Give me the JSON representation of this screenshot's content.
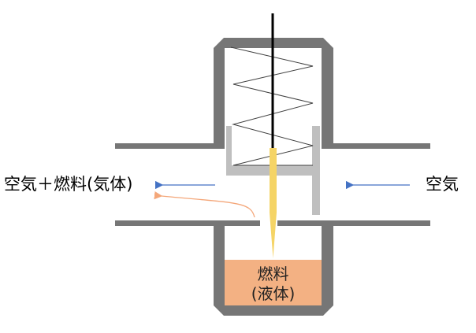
{
  "labels": {
    "outlet": "空気＋燃料(気体)",
    "inlet": "空気",
    "fuel_line1": "燃料",
    "fuel_line2": "(液体)"
  },
  "colors": {
    "wall": "#767676",
    "piston": "#bfbfbf",
    "needle": "#f5d466",
    "fuel": "#f3b183",
    "air_arrow": "#4472c4",
    "fuel_arrow": "#f4a77a",
    "rod": "#000000",
    "spring": "#404040"
  }
}
